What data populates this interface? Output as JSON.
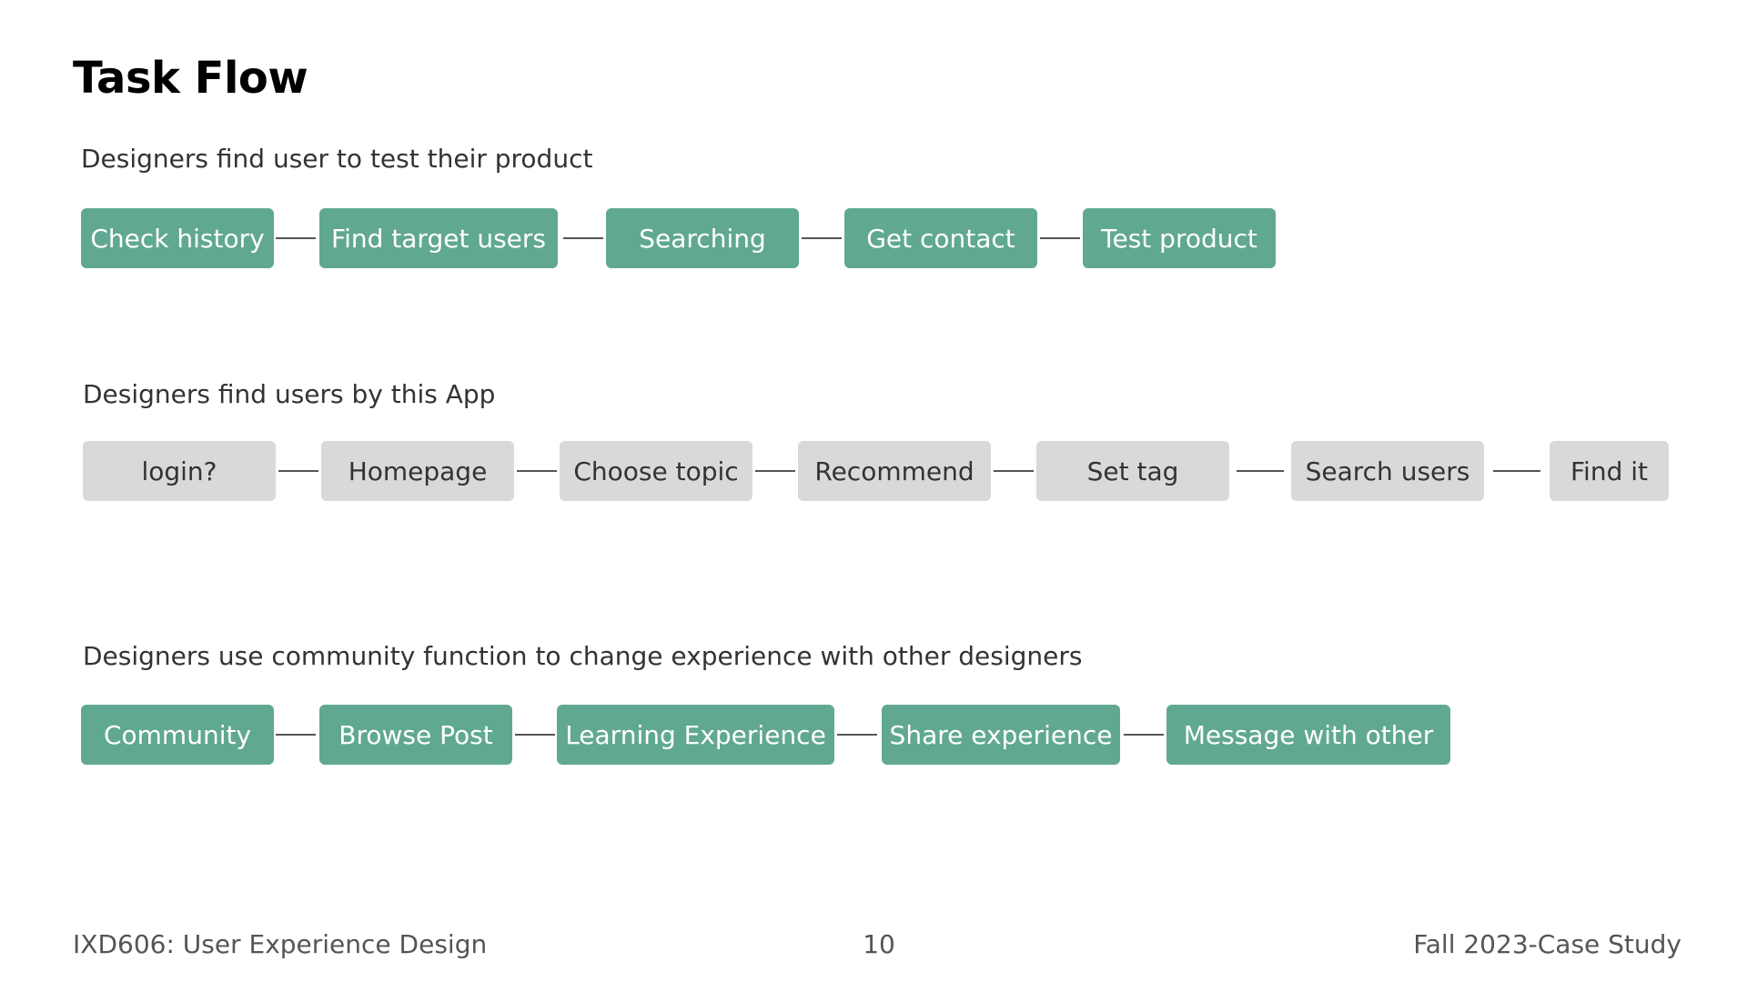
{
  "title": "Task Flow",
  "flows": [
    {
      "heading": "Designers find user to test their product",
      "steps": [
        "Check history",
        "Find target users",
        "Searching",
        "Get contact",
        "Test product"
      ]
    },
    {
      "heading": "Designers find users by this App",
      "steps": [
        "login?",
        "Homepage",
        "Choose topic",
        "Recommend",
        "Set tag",
        "Search users",
        "Find it"
      ]
    },
    {
      "heading": "Designers use community function to change experience with other designers",
      "steps": [
        "Community",
        "Browse Post",
        "Learning Experience",
        "Share experience",
        "Message with other"
      ]
    }
  ],
  "footer": {
    "course": "IXD606: User Experience Design",
    "page_number": "10",
    "term": "Fall 2023-Case Study"
  },
  "colors": {
    "green_node": "#61a893",
    "grey_node": "#d9d9d9"
  }
}
